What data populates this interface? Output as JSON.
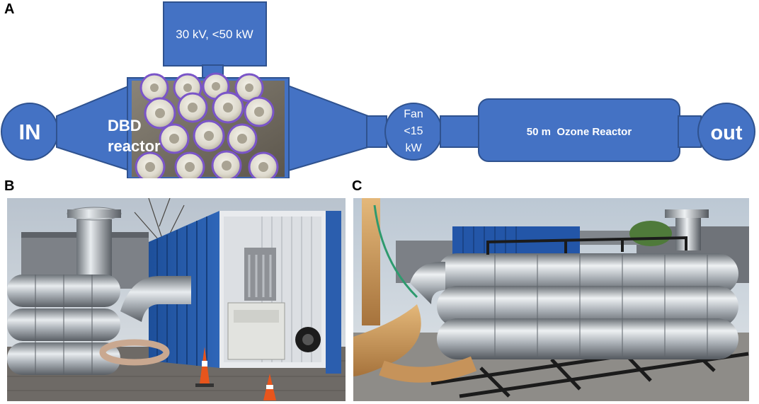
{
  "panels": {
    "a": "A",
    "b": "B",
    "c": "C"
  },
  "diagram": {
    "power_supply": "30 kV, <50 kW",
    "inlet": "IN",
    "dbd_reactor": [
      "DBD",
      "reactor"
    ],
    "fan": [
      "Fan",
      "<15",
      "kW"
    ],
    "ozone_reactor": "50 m  Ozone Reactor",
    "outlet": "out",
    "colors": {
      "fill": "#4472C4",
      "stroke": "#2F528F",
      "text": "#ffffff"
    }
  }
}
